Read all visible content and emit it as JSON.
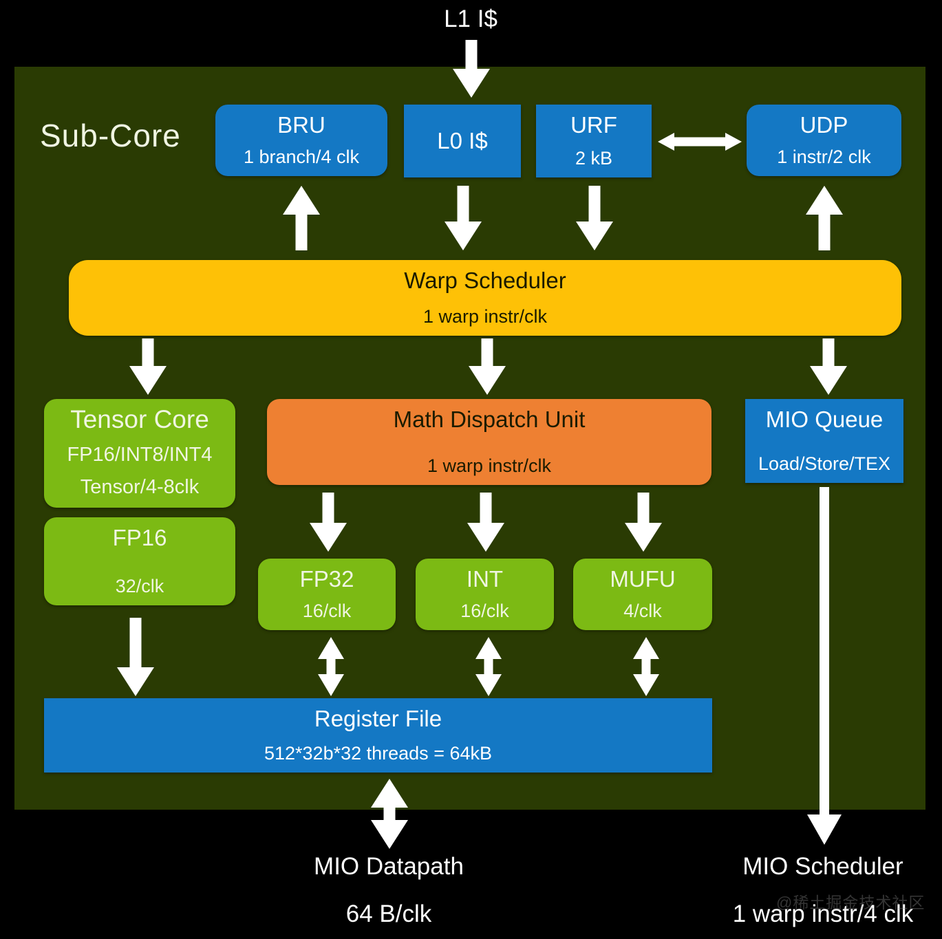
{
  "title": "Sub-Core",
  "top_label": "L1 I$",
  "boxes": {
    "bru": {
      "title": "BRU",
      "subtitle": "1 branch/4 clk"
    },
    "l0": {
      "title": "L0 I$"
    },
    "urf": {
      "title": "URF",
      "subtitle": "2 kB"
    },
    "udp": {
      "title": "UDP",
      "subtitle": "1 instr/2 clk"
    },
    "warp_scheduler": {
      "title": "Warp Scheduler",
      "subtitle": "1 warp instr/clk"
    },
    "tensor_core": {
      "title": "Tensor Core",
      "line2": "FP16/INT8/INT4",
      "line3": "Tensor/4-8clk"
    },
    "fp16": {
      "title": "FP16",
      "subtitle": "32/clk"
    },
    "math_dispatch": {
      "title": "Math Dispatch Unit",
      "subtitle": "1 warp instr/clk"
    },
    "mio_queue": {
      "title": "MIO Queue",
      "subtitle": "Load/Store/TEX"
    },
    "fp32": {
      "title": "FP32",
      "subtitle": "16/clk"
    },
    "int": {
      "title": "INT",
      "subtitle": "16/clk"
    },
    "mufu": {
      "title": "MUFU",
      "subtitle": "4/clk"
    },
    "register_file": {
      "title": "Register File",
      "subtitle": "512*32b*32 threads = 64kB"
    }
  },
  "bottom_labels": {
    "mio_datapath": {
      "title": "MIO Datapath",
      "subtitle": "64 B/clk"
    },
    "mio_scheduler": {
      "title": "MIO Scheduler",
      "subtitle": "1 warp instr/4 clk"
    }
  },
  "watermark": "@稀土掘金技术社区",
  "colors": {
    "bg": "#000000",
    "panel": "#2a3b03",
    "blue": "#1478c4",
    "green": "#7cba14",
    "orange": "#ee8032",
    "amber": "#fec106",
    "arrow": "#ffffff",
    "ink": "#1b1b00",
    "cream": "#f0f5e2"
  }
}
